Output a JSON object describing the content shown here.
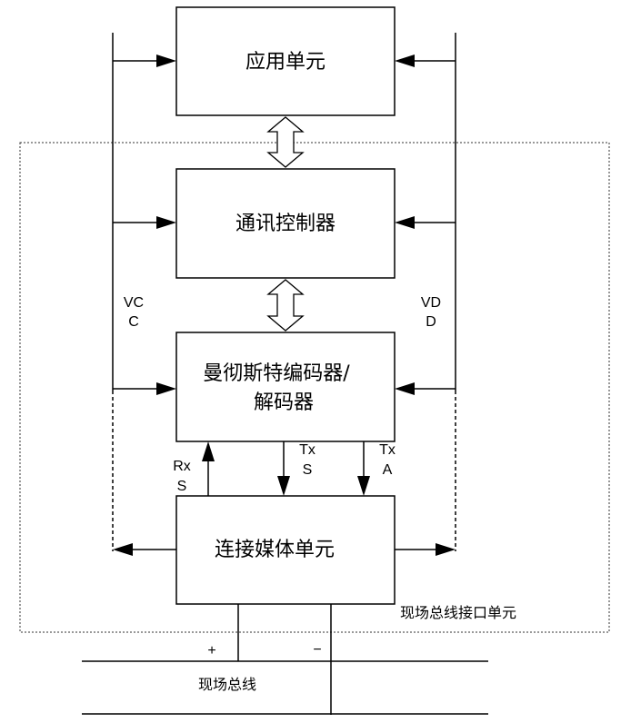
{
  "blocks": {
    "app_unit": "应用单元",
    "comm_controller": "通讯控制器",
    "codec_line1": "曼彻斯特编码器/",
    "codec_line2": "解码器",
    "media_unit": "连接媒体单元"
  },
  "power": {
    "left_line1": "VC",
    "left_line2": "C",
    "right_line1": "VD",
    "right_line2": "D"
  },
  "signals": {
    "rxs_line1": "Rx",
    "rxs_line2": "S",
    "txs_line1": "Tx",
    "txs_line2": "S",
    "txa_line1": "Tx",
    "txa_line2": "A"
  },
  "labels": {
    "interface_unit": "现场总线接口单元",
    "plus": "+",
    "minus": "−",
    "fieldbus": "现场总线"
  }
}
